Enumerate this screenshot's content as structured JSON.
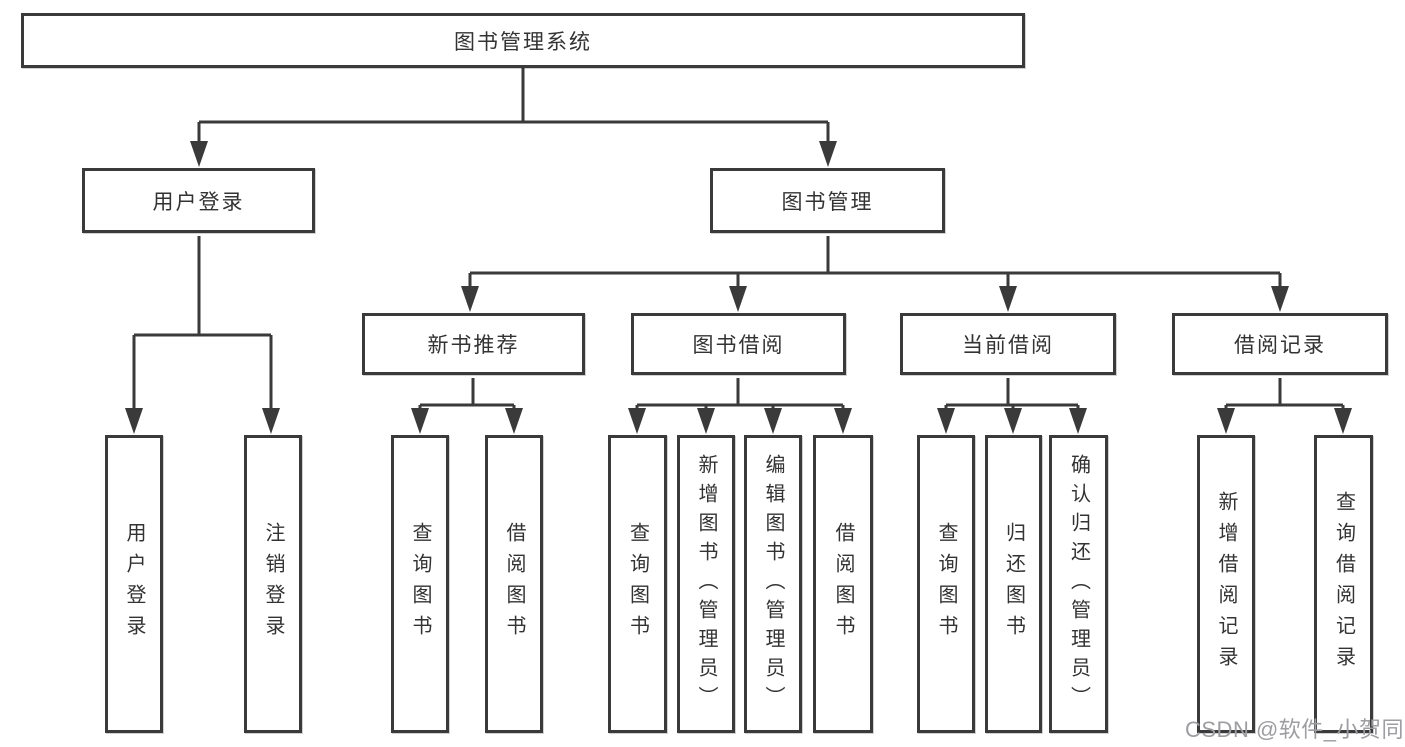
{
  "diagram": {
    "title": "图书管理系统",
    "colors": {
      "line": "#3a3a3a",
      "text": "#333333",
      "box_bg": "#ffffff",
      "watermark": "#9d9da2"
    },
    "nodes": {
      "root": {
        "label": "图书管理系统"
      },
      "user_login": {
        "label": "用户登录"
      },
      "book_mgmt": {
        "label": "图书管理"
      },
      "new_book_rec": {
        "label": "新书推荐"
      },
      "book_borrow": {
        "label": "图书借阅"
      },
      "current_borrow": {
        "label": "当前借阅"
      },
      "borrow_record": {
        "label": "借阅记录"
      },
      "leaf_user_login": {
        "label": "用户登录"
      },
      "leaf_logout": {
        "label": "注销登录"
      },
      "leaf_query_book_1": {
        "label": "查询图书"
      },
      "leaf_borrow_book_1": {
        "label": "借阅图书"
      },
      "leaf_query_book_2": {
        "label": "查询图书"
      },
      "leaf_add_book": {
        "label": "新增图书（管理员）"
      },
      "leaf_edit_book": {
        "label": "编辑图书（管理员）"
      },
      "leaf_borrow_book_2": {
        "label": "借阅图书"
      },
      "leaf_query_book_3": {
        "label": "查询图书"
      },
      "leaf_return_book": {
        "label": "归还图书"
      },
      "leaf_confirm_return": {
        "label": "确认归还（管理员）"
      },
      "leaf_add_record": {
        "label": "新增借阅记录"
      },
      "leaf_query_record": {
        "label": "查询借阅记录"
      }
    },
    "hierarchy": {
      "图书管理系统": {
        "用户登录": [
          "用户登录",
          "注销登录"
        ],
        "图书管理": {
          "新书推荐": [
            "查询图书",
            "借阅图书"
          ],
          "图书借阅": [
            "查询图书",
            "新增图书（管理员）",
            "编辑图书（管理员）",
            "借阅图书"
          ],
          "当前借阅": [
            "查询图书",
            "归还图书",
            "确认归还（管理员）"
          ],
          "借阅记录": [
            "新增借阅记录",
            "查询借阅记录"
          ]
        }
      }
    }
  },
  "watermark": {
    "text": "CSDN @软件_小贺同学"
  }
}
